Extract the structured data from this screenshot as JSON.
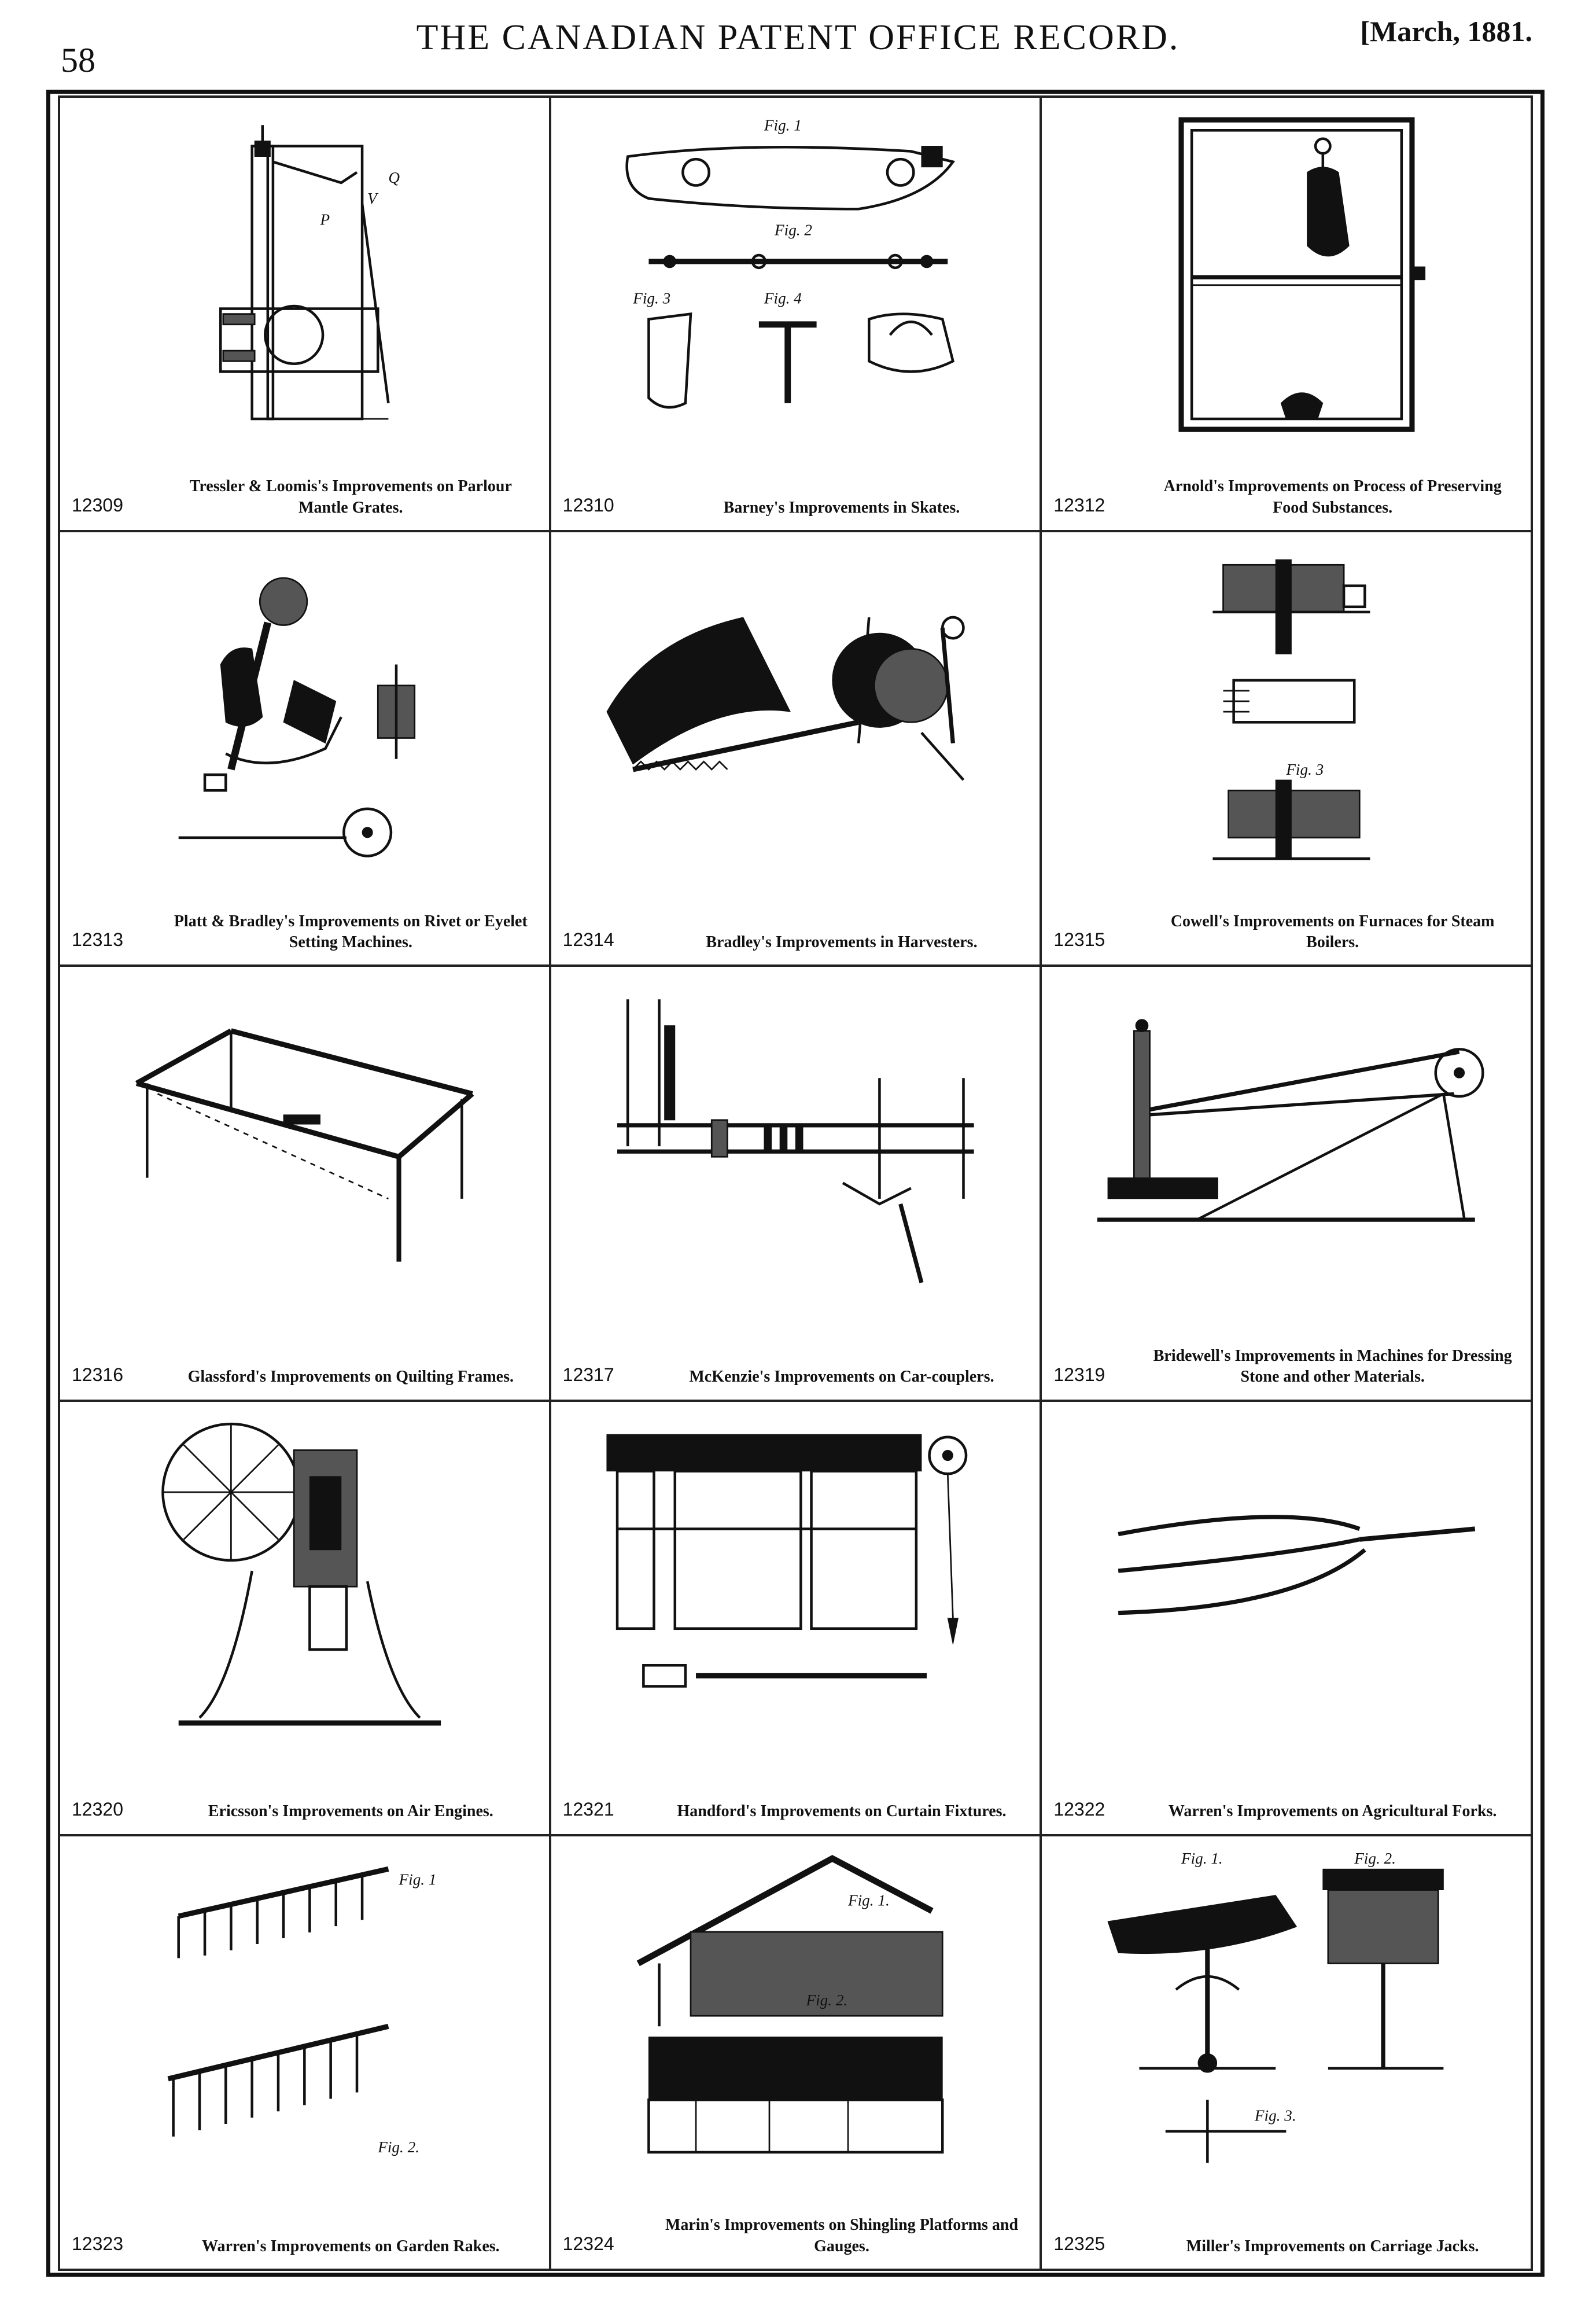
{
  "page": {
    "number": "58",
    "title": "THE CANADIAN PATENT OFFICE RECORD.",
    "date": "[March, 1881."
  },
  "entries": [
    {
      "no": "12309",
      "title": "Tressler & Loomis's Improvements on Parlour Mantle Grates.",
      "fig": "mantle-grate"
    },
    {
      "no": "12310",
      "title": "Barney's Improvements in Skates.",
      "fig": "skate"
    },
    {
      "no": "12312",
      "title": "Arnold's Improvements on Process of Preserving Food Substances.",
      "fig": "preserving-chamber"
    },
    {
      "no": "12313",
      "title": "Platt & Bradley's Improvements on Rivet or Eyelet Setting Machines.",
      "fig": "rivet-machine"
    },
    {
      "no": "12314",
      "title": "Bradley's Improvements in Harvesters.",
      "fig": "harvester"
    },
    {
      "no": "12315",
      "title": "Cowell's Improvements on Furnaces for Steam Boilers.",
      "fig": "furnace"
    },
    {
      "no": "12316",
      "title": "Glassford's Improvements on Quilting Frames.",
      "fig": "quilting-frame"
    },
    {
      "no": "12317",
      "title": "McKenzie's Improvements on Car-couplers.",
      "fig": "car-coupler"
    },
    {
      "no": "12319",
      "title": "Bridewell's Improvements in Machines for Dressing Stone and other Materials.",
      "fig": "stone-dresser"
    },
    {
      "no": "12320",
      "title": "Ericsson's Improvements on Air Engines.",
      "fig": "air-engine"
    },
    {
      "no": "12321",
      "title": "Handford's Improvements on Curtain Fixtures.",
      "fig": "curtain-fixture"
    },
    {
      "no": "12322",
      "title": "Warren's Improvements on Agricultural Forks.",
      "fig": "fork"
    },
    {
      "no": "12323",
      "title": "Warren's Improvements on Garden Rakes.",
      "fig": "rake"
    },
    {
      "no": "12324",
      "title": "Marin's Improvements on Shingling Platforms and Gauges.",
      "fig": "shingling-platform"
    },
    {
      "no": "12325",
      "title": "Miller's Improvements on Carriage Jacks.",
      "fig": "carriage-jack"
    }
  ],
  "figure_labels": {
    "skate": [
      "Fig. 1",
      "Fig. 2",
      "Fig. 3",
      "Fig. 4"
    ],
    "furnace": [
      "Fig. 3"
    ],
    "shingling": [
      "Fig. 1.",
      "Fig. 2."
    ],
    "rake": [
      "Fig. 1",
      "Fig. 2."
    ],
    "jack": [
      "Fig. 1.",
      "Fig. 2.",
      "Fig. 3."
    ]
  }
}
